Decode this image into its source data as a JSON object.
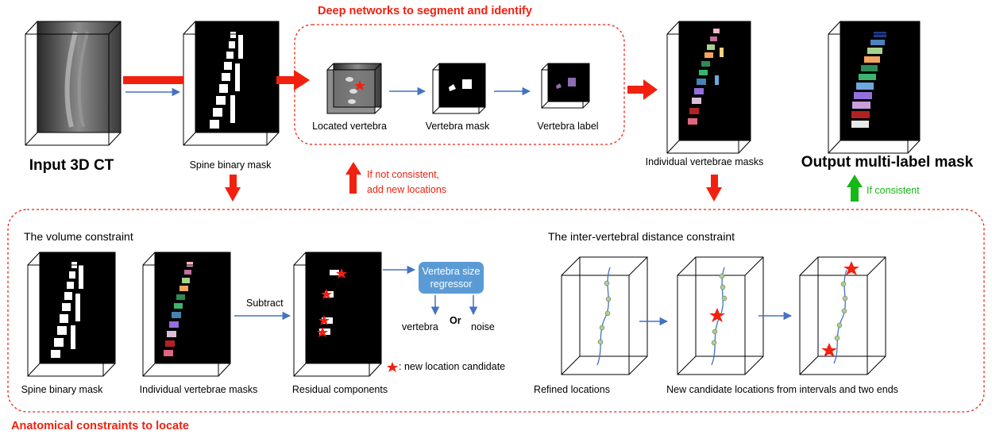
{
  "titles": {
    "top": "Deep networks to segment and identify",
    "bottom": "Anatomical constraints to locate"
  },
  "top_row": {
    "input": "Input 3D CT",
    "spine_mask": "Spine binary mask",
    "located": "Located vertebra",
    "vertebra_mask": "Vertebra mask",
    "vertebra_label": "Vertebra label",
    "individual": "Individual vertebrae masks",
    "output": "Output multi-label mask"
  },
  "feedback": {
    "not_consistent_1": "If not consistent,",
    "not_consistent_2": "add new locations",
    "consistent": "If consistent"
  },
  "volume": {
    "title": "The volume constraint",
    "spine_mask": "Spine binary mask",
    "individual": "Individual vertebrae masks",
    "subtract": "Subtract",
    "residual": "Residual components",
    "regressor_1": "Vertebra size",
    "regressor_2": "regressor",
    "vertebra": "vertebra",
    "or": "Or",
    "noise": "noise",
    "candidate": ": new location candidate"
  },
  "distance": {
    "title": "The inter-vertebral distance constraint",
    "refined": "Refined locations",
    "new_candidates": "New candidate locations from intervals and two ends"
  },
  "colors": {
    "red": "#f2200f",
    "blue": "#4472c4",
    "green": "#16b816",
    "regressor": "#5b9bd5",
    "dot": "#a9d18e"
  }
}
